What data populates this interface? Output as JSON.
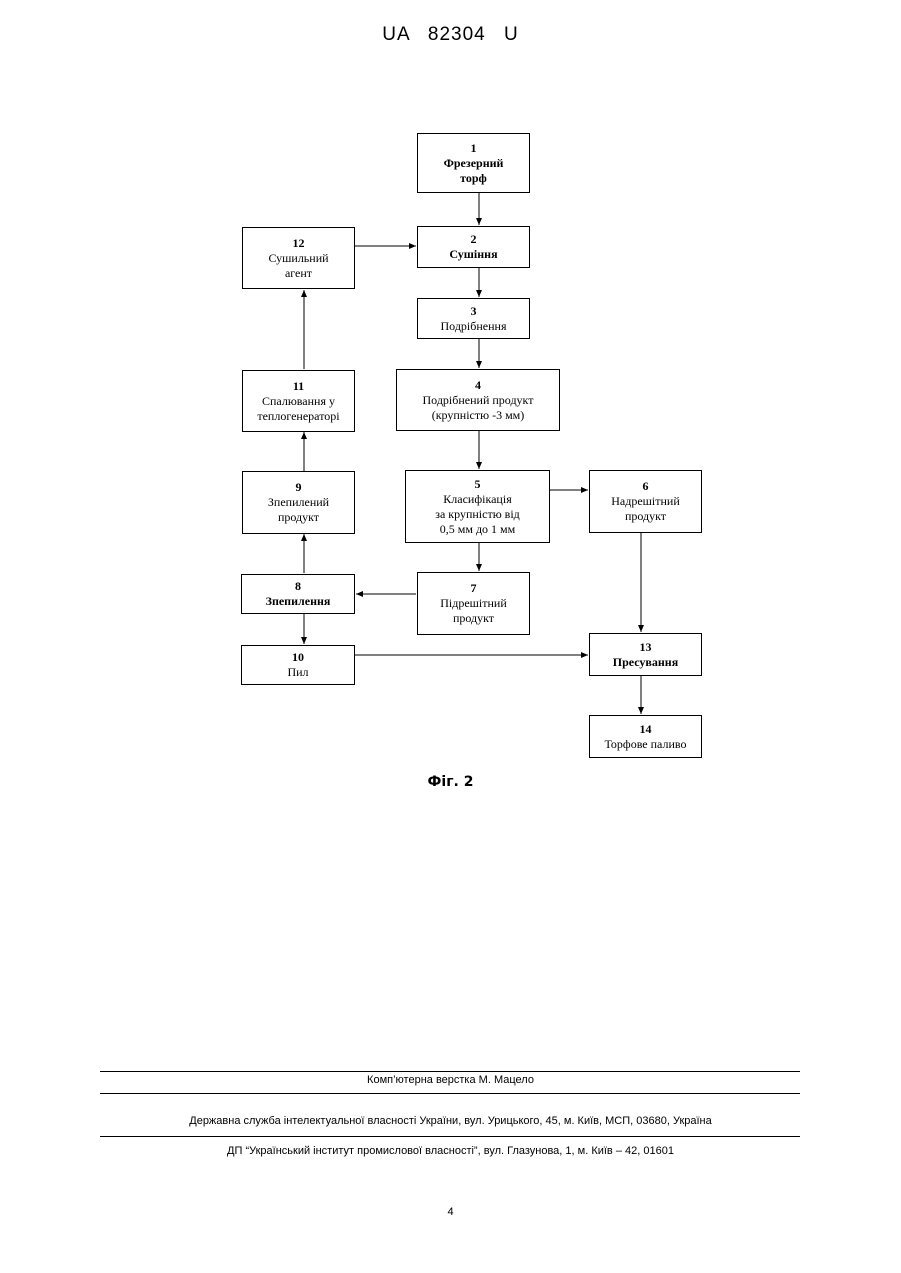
{
  "header": {
    "title": "UA   82304   U"
  },
  "boxes": {
    "b1": {
      "num": "1",
      "label": "Фрезерний\nторф"
    },
    "b2": {
      "num": "2",
      "label": "Сушіння"
    },
    "b3": {
      "num": "3",
      "label": "Подрібнення"
    },
    "b4": {
      "num": "4",
      "label": "Подрібнений продукт\n(крупністю -3 мм)"
    },
    "b5": {
      "num": "5",
      "label": "Класифікація\nза крупністю від\n0,5 мм до 1 мм"
    },
    "b6": {
      "num": "6",
      "label": "Надрешітний\nпродукт"
    },
    "b7": {
      "num": "7",
      "label": "Підрешітний\nпродукт"
    },
    "b8": {
      "num": "8",
      "label": "Зпепилення"
    },
    "b9": {
      "num": "9",
      "label": "Зпепилений\nпродукт"
    },
    "b10": {
      "num": "10",
      "label": "Пил"
    },
    "b11": {
      "num": "11",
      "label": "Спалювання у\nтеплогенераторі"
    },
    "b12": {
      "num": "12",
      "label": "Сушильний\nагент"
    },
    "b13": {
      "num": "13",
      "label": "Пресування"
    },
    "b14": {
      "num": "14",
      "label": "Торфове паливо"
    }
  },
  "figure_caption": "Фіг. 2",
  "footer": {
    "line1": "Комп’ютерна верстка М. Мацело",
    "line2": "Державна служба інтелектуальної власності України, вул. Урицького, 45, м. Київ, МСП, 03680, Україна",
    "line3": "ДП “Український інститут промислової власності”, вул. Глазунова, 1, м. Київ – 42, 01601",
    "page_number": "4"
  }
}
